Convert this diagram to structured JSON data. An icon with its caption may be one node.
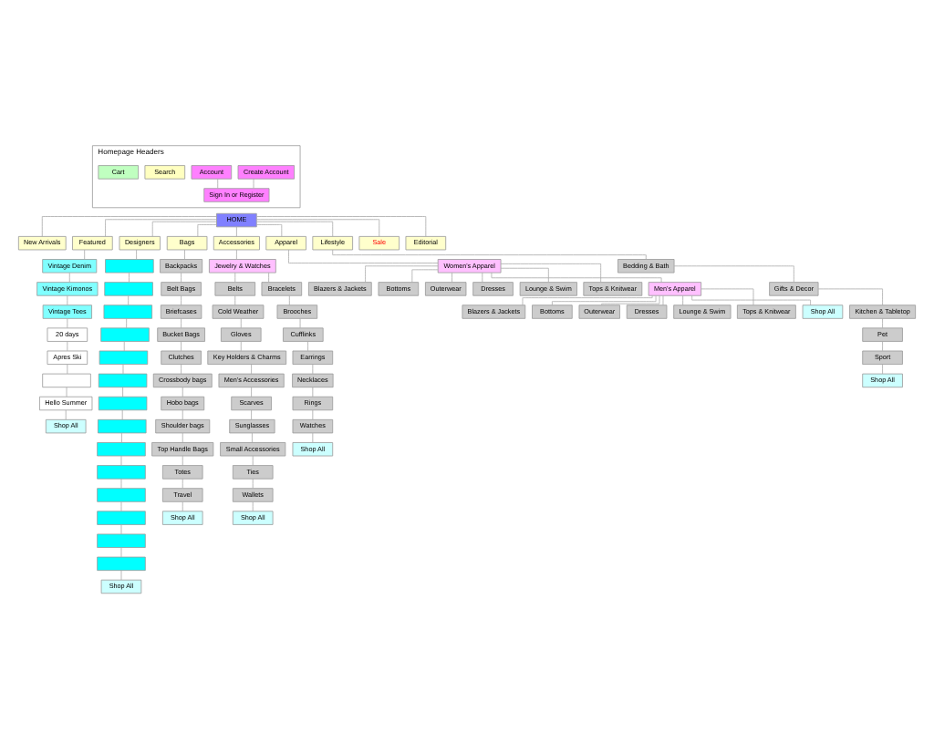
{
  "diagram": {
    "nodes": [
      {
        "text": [
          "Homepage Headers"
        ]
      },
      {
        "text": [
          "Create Account"
        ],
        "in": 0
      },
      {
        "text": [
          "Account"
        ],
        "in": 0
      },
      {
        "text": [
          "Sign In or Register"
        ],
        "in": 0
      },
      {
        "text": [
          "Search"
        ],
        "in": 0
      },
      {
        "text": [
          "Cart"
        ],
        "in": 0
      },
      {
        "text": [
          "HOME"
        ]
      },
      {
        "text": [
          "New Arrivals"
        ]
      },
      {
        "text": [
          "Featured"
        ]
      },
      {
        "text": [
          "Designers"
        ]
      },
      {
        "text": [
          "Bags"
        ]
      },
      {
        "text": [
          "Accessories"
        ]
      },
      {
        "text": [
          "Apparel"
        ]
      },
      {
        "text": [
          "Lifestyle"
        ]
      },
      {
        "text": [
          "Sale"
        ]
      },
      {
        "text": [
          "Editorial"
        ]
      },
      {
        "text": [
          "Vintage Denim"
        ]
      },
      {
        "text": [
          "Vintage Kimonos"
        ]
      },
      {
        "text": [
          "Vintage Tees"
        ]
      },
      {
        "text": [
          "20 days"
        ]
      },
      {
        "text": [
          "Apres Ski"
        ]
      },
      {
        "text": [],
        "shape": "box"
      },
      {
        "text": [
          "Hello Summer"
        ]
      },
      {
        "text": [
          "Shop All"
        ]
      },
      {
        "text": [],
        "shape": "box"
      },
      {
        "text": [],
        "shape": "box"
      },
      {
        "text": [],
        "shape": "box"
      },
      {
        "text": [],
        "shape": "box"
      },
      {
        "text": [],
        "shape": "box"
      },
      {
        "text": [],
        "shape": "box"
      },
      {
        "text": [],
        "shape": "box"
      },
      {
        "text": [],
        "shape": "box"
      },
      {
        "text": [],
        "shape": "box"
      },
      {
        "text": [],
        "shape": "box"
      },
      {
        "text": [],
        "shape": "box"
      },
      {
        "text": [],
        "shape": "box"
      },
      {
        "text": [],
        "shape": "box"
      },
      {
        "text": [],
        "shape": "box"
      },
      {
        "text": [
          "Shop All"
        ]
      },
      {
        "text": [
          "Backpacks"
        ]
      },
      {
        "text": [
          "Belt Bags"
        ]
      },
      {
        "text": [
          "Briefcases"
        ]
      },
      {
        "text": [
          "Bucket Bags"
        ]
      },
      {
        "text": [
          "Clutches"
        ]
      },
      {
        "text": [
          "Crossbody bags"
        ]
      },
      {
        "text": [
          "Hobo bags"
        ]
      },
      {
        "text": [
          "Shoulder bags"
        ]
      },
      {
        "text": [
          "Top Handle Bags"
        ]
      },
      {
        "text": [
          "Totes"
        ]
      },
      {
        "text": [
          "Travel"
        ]
      },
      {
        "text": [
          "Shop All"
        ]
      },
      {
        "text": [
          "Jewelry & Watches"
        ]
      },
      {
        "text": [
          "Belts"
        ]
      },
      {
        "text": [
          "Cold Weather"
        ]
      },
      {
        "text": [
          "Gloves"
        ]
      },
      {
        "text": [
          "Key Holders & Charms"
        ]
      },
      {
        "text": [
          "Men's Accessories"
        ]
      },
      {
        "text": [
          "Scarves"
        ]
      },
      {
        "text": [
          "Sunglasses"
        ]
      },
      {
        "text": [
          "Small Accessories"
        ]
      },
      {
        "text": [
          "Ties"
        ]
      },
      {
        "text": [
          "Wallets"
        ]
      },
      {
        "text": [
          "Shop All"
        ]
      },
      {
        "text": [
          "Bracelets"
        ]
      },
      {
        "text": [
          "Brooches"
        ]
      },
      {
        "text": [
          "Cufflinks"
        ]
      },
      {
        "text": [
          "Earrings"
        ]
      },
      {
        "text": [
          "Necklaces"
        ]
      },
      {
        "text": [
          "Rings"
        ]
      },
      {
        "text": [
          "Watches"
        ]
      },
      {
        "text": [
          "Shop All"
        ]
      },
      {
        "text": [
          "Women's Apparel"
        ]
      },
      {
        "text": [
          "Blazers & Jackets"
        ]
      },
      {
        "text": [
          "Bottoms"
        ]
      },
      {
        "text": [
          "Outerwear"
        ]
      },
      {
        "text": [
          "Dresses"
        ]
      },
      {
        "text": [
          "Lounge & Swim"
        ]
      },
      {
        "text": [
          "Tops & Knitwear"
        ]
      },
      {
        "text": [
          "Men's Apparel"
        ]
      },
      {
        "text": [
          "Blazers & Jackets"
        ]
      },
      {
        "text": [
          "Bottoms"
        ]
      },
      {
        "text": [
          "Outerwear"
        ]
      },
      {
        "text": [
          "Dresses"
        ]
      },
      {
        "text": [
          "Lounge & Swim"
        ]
      },
      {
        "text": [
          "Tops & Knitwear"
        ]
      },
      {
        "text": [
          "Shop All"
        ]
      },
      {
        "text": [
          "Bedding & Bath"
        ]
      },
      {
        "text": [
          "Gifts & Decor"
        ]
      },
      {
        "text": [
          "Kitchen & Tabletop"
        ]
      },
      {
        "text": [
          "Pet"
        ]
      },
      {
        "text": [
          "Sport"
        ]
      },
      {
        "text": [
          "Shop All"
        ]
      }
    ],
    "edges": [
      {
        "from": 1,
        "to": 3,
        "arrow": "none"
      },
      {
        "from": 2,
        "to": 3,
        "arrow": "none"
      },
      {
        "from": 6,
        "to": 7,
        "arrow": "none"
      },
      {
        "from": 6,
        "to": 8,
        "arrow": "none"
      },
      {
        "from": 6,
        "to": 9,
        "arrow": "none"
      },
      {
        "from": 6,
        "to": 10,
        "arrow": "none"
      },
      {
        "from": 6,
        "to": 11,
        "arrow": "none"
      },
      {
        "from": 6,
        "to": 12,
        "arrow": "none"
      },
      {
        "from": 6,
        "to": 13,
        "arrow": "none"
      },
      {
        "from": 6,
        "to": 14,
        "arrow": "none"
      },
      {
        "from": 6,
        "to": 15,
        "arrow": "none"
      },
      {
        "from": 8,
        "to": 16,
        "arrow": "none"
      },
      {
        "from": 16,
        "to": 17,
        "arrow": "none"
      },
      {
        "from": 17,
        "to": 18,
        "arrow": "none"
      },
      {
        "from": 18,
        "to": 19,
        "arrow": "none"
      },
      {
        "from": 19,
        "to": 20,
        "arrow": "none"
      },
      {
        "from": 20,
        "to": 21,
        "arrow": "none"
      },
      {
        "from": 21,
        "to": 22,
        "arrow": "none"
      },
      {
        "from": 22,
        "to": 23,
        "arrow": "none"
      },
      {
        "from": 9,
        "to": 24,
        "arrow": "none"
      },
      {
        "from": 24,
        "to": 25,
        "arrow": "none"
      },
      {
        "from": 25,
        "to": 26,
        "arrow": "none"
      },
      {
        "from": 26,
        "to": 27,
        "arrow": "none"
      },
      {
        "from": 27,
        "to": 28,
        "arrow": "none"
      },
      {
        "from": 28,
        "to": 29,
        "arrow": "none"
      },
      {
        "from": 29,
        "to": 30,
        "arrow": "none"
      },
      {
        "from": 30,
        "to": 31,
        "arrow": "none"
      },
      {
        "from": 31,
        "to": 32,
        "arrow": "none"
      },
      {
        "from": 32,
        "to": 33,
        "arrow": "none"
      },
      {
        "from": 33,
        "to": 34,
        "arrow": "none"
      },
      {
        "from": 34,
        "to": 35,
        "arrow": "none"
      },
      {
        "from": 35,
        "to": 36,
        "arrow": "none"
      },
      {
        "from": 36,
        "to": 37,
        "arrow": "none"
      },
      {
        "from": 37,
        "to": 38,
        "arrow": "none"
      },
      {
        "from": 10,
        "to": 39,
        "arrow": "none"
      },
      {
        "from": 39,
        "to": 40,
        "arrow": "none"
      },
      {
        "from": 40,
        "to": 41,
        "arrow": "none"
      },
      {
        "from": 41,
        "to": 42,
        "arrow": "none"
      },
      {
        "from": 42,
        "to": 43,
        "arrow": "none"
      },
      {
        "from": 43,
        "to": 44,
        "arrow": "none"
      },
      {
        "from": 44,
        "to": 45,
        "arrow": "none"
      },
      {
        "from": 45,
        "to": 46,
        "arrow": "none"
      },
      {
        "from": 46,
        "to": 47,
        "arrow": "none"
      },
      {
        "from": 47,
        "to": 48,
        "arrow": "none"
      },
      {
        "from": 48,
        "to": 49,
        "arrow": "none"
      },
      {
        "from": 49,
        "to": 50,
        "arrow": "none"
      },
      {
        "from": 11,
        "to": 51,
        "arrow": "none"
      },
      {
        "from": 51,
        "to": 52,
        "arrow": "none"
      },
      {
        "from": 52,
        "to": 53,
        "arrow": "none"
      },
      {
        "from": 53,
        "to": 54,
        "arrow": "none"
      },
      {
        "from": 54,
        "to": 55,
        "arrow": "none"
      },
      {
        "from": 55,
        "to": 56,
        "arrow": "none"
      },
      {
        "from": 56,
        "to": 57,
        "arrow": "none"
      },
      {
        "from": 57,
        "to": 58,
        "arrow": "none"
      },
      {
        "from": 58,
        "to": 59,
        "arrow": "none"
      },
      {
        "from": 59,
        "to": 60,
        "arrow": "none"
      },
      {
        "from": 60,
        "to": 61,
        "arrow": "none"
      },
      {
        "from": 61,
        "to": 62,
        "arrow": "none"
      },
      {
        "from": 51,
        "to": 63,
        "arrow": "none"
      },
      {
        "from": 63,
        "to": 64,
        "arrow": "none"
      },
      {
        "from": 64,
        "to": 65,
        "arrow": "none"
      },
      {
        "from": 65,
        "to": 66,
        "arrow": "none"
      },
      {
        "from": 66,
        "to": 67,
        "arrow": "none"
      },
      {
        "from": 67,
        "to": 68,
        "arrow": "none"
      },
      {
        "from": 68,
        "to": 69,
        "arrow": "none"
      },
      {
        "from": 69,
        "to": 70,
        "arrow": "none"
      },
      {
        "from": 12,
        "to": 71,
        "arrow": "none"
      },
      {
        "from": 71,
        "to": 72,
        "arrow": "none"
      },
      {
        "from": 71,
        "to": 73,
        "arrow": "none"
      },
      {
        "from": 71,
        "to": 74,
        "arrow": "none"
      },
      {
        "from": 71,
        "to": 75,
        "arrow": "none"
      },
      {
        "from": 71,
        "to": 76,
        "arrow": "none"
      },
      {
        "from": 71,
        "to": 77,
        "arrow": "none"
      },
      {
        "from": 71,
        "to": 78,
        "arrow": "none"
      },
      {
        "from": 78,
        "to": 79,
        "arrow": "none"
      },
      {
        "from": 78,
        "to": 80,
        "arrow": "none"
      },
      {
        "from": 78,
        "to": 81,
        "arrow": "none"
      },
      {
        "from": 78,
        "to": 82,
        "arrow": "none"
      },
      {
        "from": 78,
        "to": 83,
        "arrow": "none"
      },
      {
        "from": 78,
        "to": 84,
        "arrow": "none"
      },
      {
        "from": 78,
        "to": 85,
        "arrow": "none"
      },
      {
        "from": 13,
        "to": 86,
        "arrow": "none"
      },
      {
        "from": 86,
        "to": 87,
        "arrow": "none"
      },
      {
        "from": 87,
        "to": 88,
        "arrow": "none"
      },
      {
        "from": 88,
        "to": 89,
        "arrow": "none"
      },
      {
        "from": 89,
        "to": 90,
        "arrow": "none"
      },
      {
        "from": 90,
        "to": 91,
        "arrow": "none"
      }
    ]
  }
}
